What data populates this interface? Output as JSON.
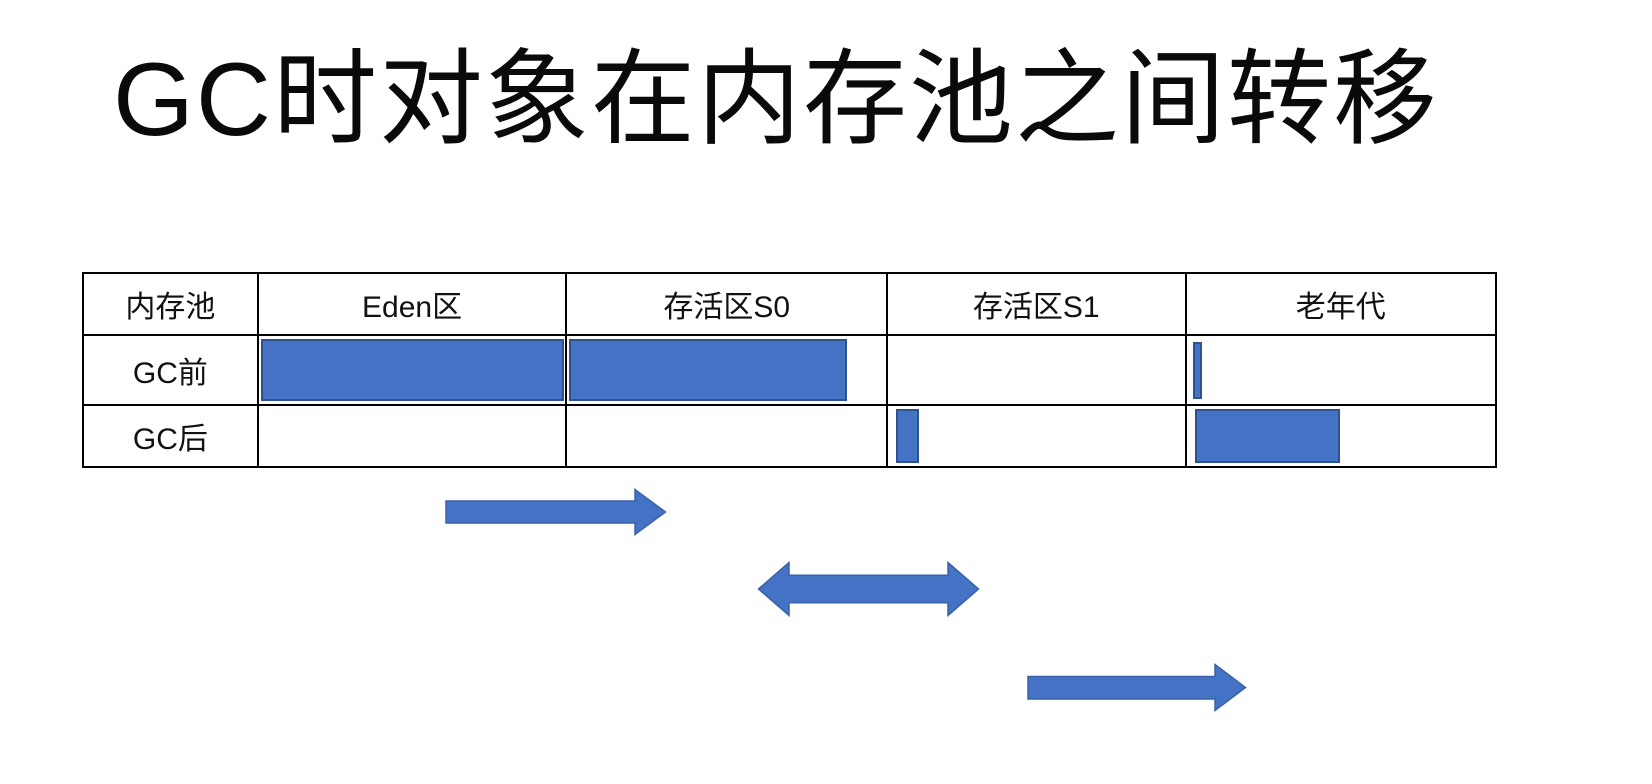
{
  "title": {
    "text": "GC时对象在内存池之间转移"
  },
  "table": {
    "columns": [
      "内存池",
      "Eden区",
      "存活区S0",
      "存活区S1",
      "老年代"
    ],
    "rows": [
      {
        "label": "GC前",
        "fills": {
          "eden_pct": 99,
          "s0_pct": 87,
          "s1_pct": 0,
          "old_pct": 3
        }
      },
      {
        "label": "GC后",
        "fills": {
          "eden_pct": 0,
          "s0_pct": 0,
          "s1_pct": 7.7,
          "old_pct": 47
        }
      }
    ]
  },
  "arrows": [
    {
      "name": "eden-to-s0-arrow",
      "direction": "right"
    },
    {
      "name": "s0-s1-swap-arrow",
      "direction": "both"
    },
    {
      "name": "s1-to-old-arrow",
      "direction": "right"
    }
  ],
  "colors": {
    "bar_fill": "#4472C4",
    "bar_border": "#2F528F",
    "arrow_fill": "#4472C4",
    "arrow_stroke": "#3A62A8",
    "table_border": "#000000"
  }
}
